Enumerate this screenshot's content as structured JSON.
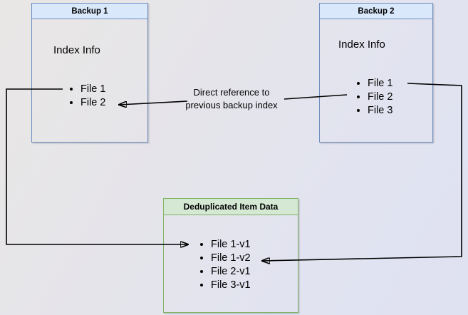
{
  "diagram": {
    "backup1": {
      "title": "Backup 1",
      "body_label": "Index Info",
      "items": [
        "File 1",
        "File 2"
      ]
    },
    "backup2": {
      "title": "Backup 2",
      "body_label": "Index Info",
      "items": [
        "File 1",
        "File 2",
        "File 3"
      ]
    },
    "dedup": {
      "title": "Deduplicated Item Data",
      "items": [
        "File 1-v1",
        "File 1-v2",
        "File 2-v1",
        "File 3-v1"
      ]
    },
    "annotation": {
      "label": "Direct reference to\nprevious backup index"
    },
    "colors": {
      "blue_box_border": "#6c8ebf",
      "blue_box_header_fill": "#dae8fc",
      "green_box_border": "#82b366",
      "green_box_header_fill": "#d5e8d4",
      "arrow": "#000000",
      "background_top_left": "#e9e7e5",
      "background_bottom_right": "#dfe2f1"
    }
  }
}
